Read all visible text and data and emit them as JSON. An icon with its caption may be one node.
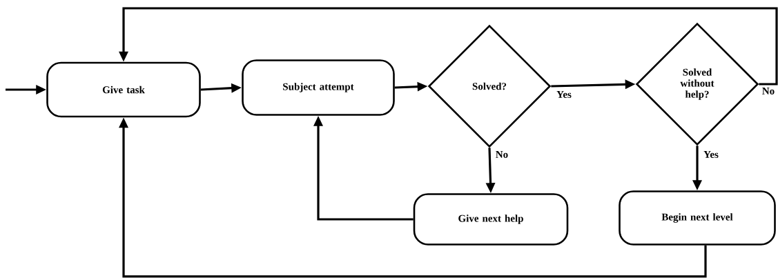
{
  "diagram": {
    "nodes": [
      {
        "text": [
          "Give task"
        ]
      },
      {
        "text": [
          "Subject attempt"
        ]
      },
      {
        "text": [
          "Solved?"
        ]
      },
      {
        "text": [
          "Solved without help?"
        ]
      },
      {
        "text": [
          "Give next help"
        ]
      },
      {
        "text": [
          "Begin next level"
        ]
      }
    ],
    "edges": [
      {
        "from": null,
        "to": 0,
        "arrow": "to"
      },
      {
        "from": 0,
        "to": 1,
        "arrow": "to"
      },
      {
        "from": 1,
        "to": 2,
        "arrow": "to"
      },
      {
        "from": 2,
        "to": 3,
        "label": "Yes",
        "arrow": "to"
      },
      {
        "from": 2,
        "to": 4,
        "label": "No",
        "arrow": "to"
      },
      {
        "from": 4,
        "to": 1,
        "arrow": "to"
      },
      {
        "from": 3,
        "to": 0,
        "label": "No",
        "arrow": "to"
      },
      {
        "from": 5,
        "to": 0,
        "arrow": "to"
      },
      {
        "from": 3,
        "to": 5,
        "label": "Yes",
        "arrow": "to"
      }
    ]
  }
}
